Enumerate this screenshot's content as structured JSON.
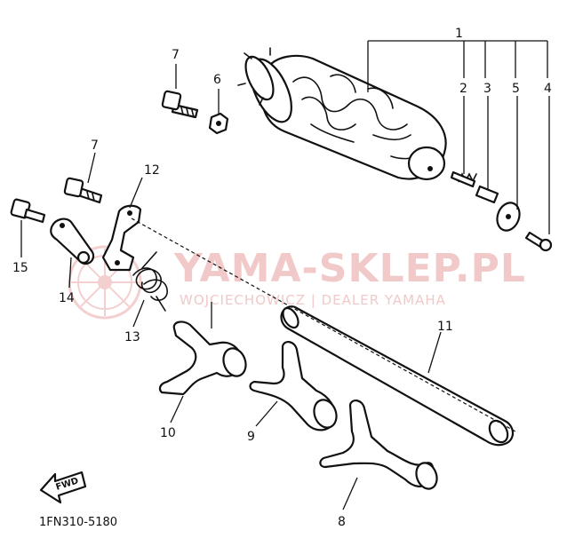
{
  "watermark": {
    "title": "YAMA-SKLEP.PL",
    "subtitle": "WOJCIECHOWICZ | DEALER YAMAHA"
  },
  "diagram_code": "1FN310-5180",
  "direction_label": "FWD",
  "callouts": [
    "1",
    "2",
    "3",
    "5",
    "4",
    "6",
    "7",
    "7",
    "12",
    "15",
    "14",
    "13",
    "11",
    "10",
    "9",
    "8"
  ]
}
